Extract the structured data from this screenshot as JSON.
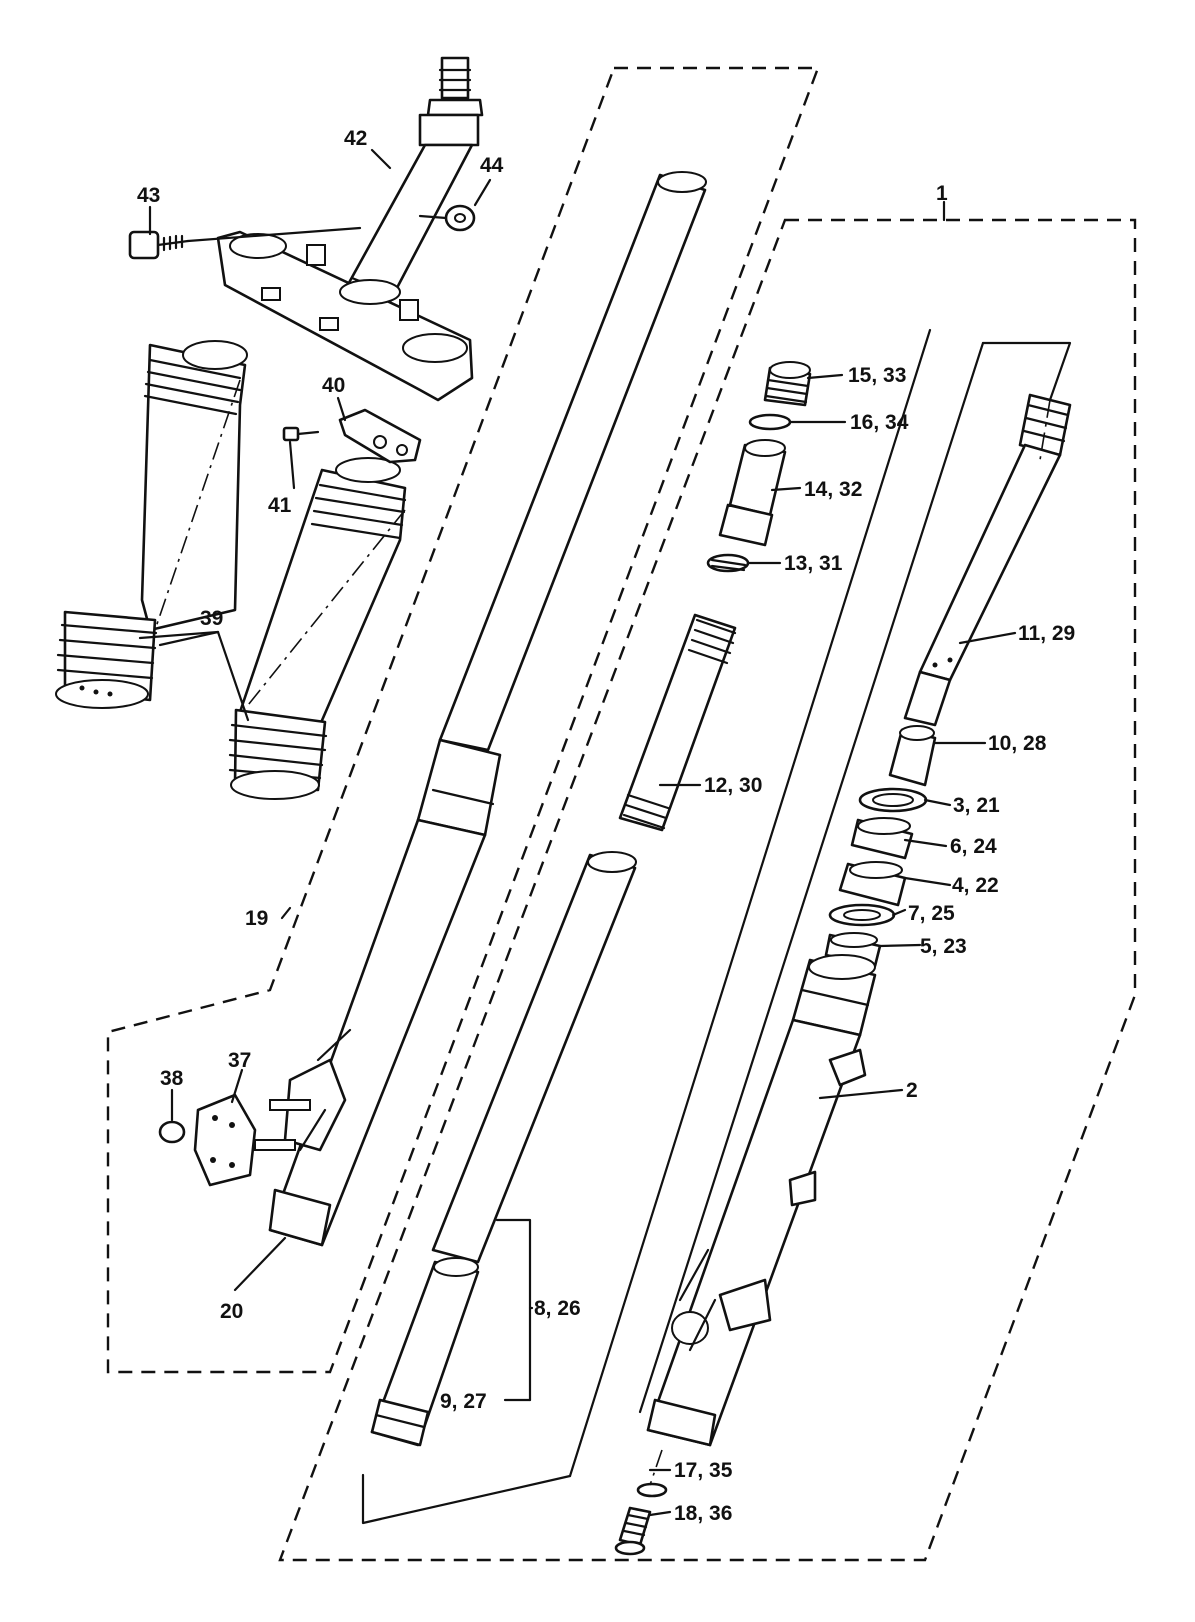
{
  "diagram": {
    "callouts": {
      "c1": "1",
      "c2": "2",
      "c3": "3, 21",
      "c4": "4, 22",
      "c5": "5, 23",
      "c6": "6, 24",
      "c7": "7, 25",
      "c8": "8, 26",
      "c9": "9, 27",
      "c10": "10, 28",
      "c11": "11, 29",
      "c12": "12, 30",
      "c13": "13, 31",
      "c14": "14, 32",
      "c15": "15, 33",
      "c16": "16, 34",
      "c17": "17, 35",
      "c18": "18, 36",
      "c19": "19",
      "c20": "20",
      "c37": "37",
      "c38": "38",
      "c39": "39",
      "c40": "40",
      "c41": "41",
      "c42": "42",
      "c43": "43",
      "c44": "44"
    }
  }
}
